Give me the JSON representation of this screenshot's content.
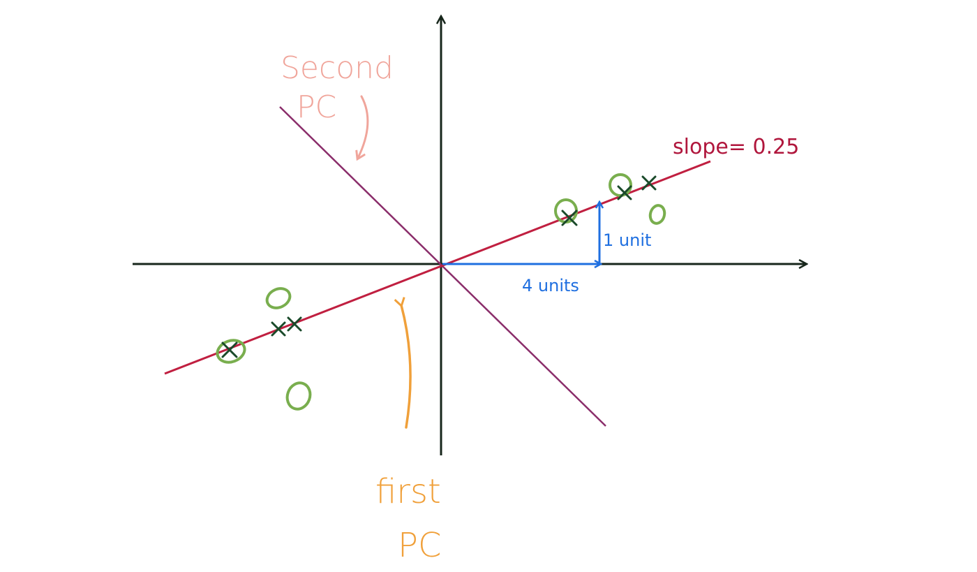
{
  "labels": {
    "second_pc_line1": "Second",
    "second_pc_line2": "PC",
    "first_pc_line1": "first",
    "first_pc_line2": "PC",
    "slope": "slope= 0.25",
    "rise": "1 unit",
    "run": "4 units"
  },
  "colors": {
    "axes": "#17261b",
    "first_pc": "#c01f40",
    "second_pc": "#8a2d6a",
    "second_pc_label": "#f0a59b",
    "first_pc_label": "#f0a03a",
    "slope_label": "#b0163c",
    "units": "#1f6fe0",
    "circle_points": "#79ae4e",
    "projected_points": "#1a4a2a"
  },
  "geometry_data": {
    "first_pc_slope": 0.25,
    "rise_units": 1,
    "run_units": 4
  }
}
